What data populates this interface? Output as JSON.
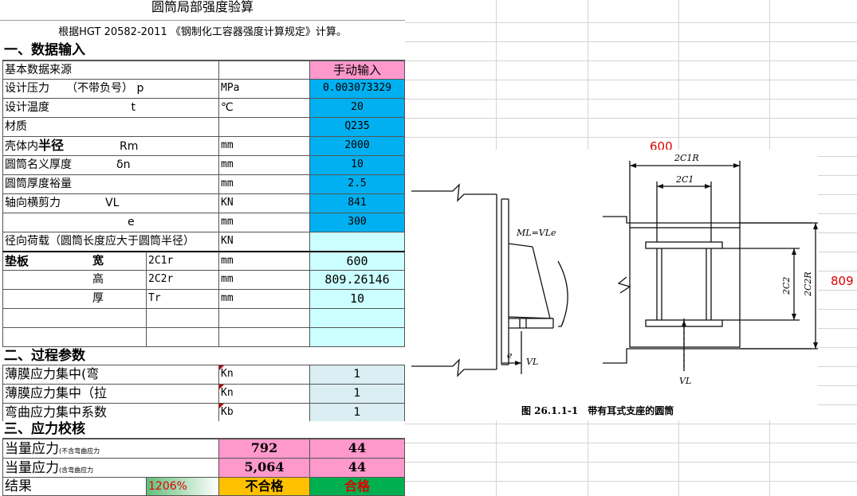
{
  "sheet": {
    "title": "圆筒局部强度验算",
    "standard": "根据HGT 20582-2011 《钢制化工容器强度计算规定》计算。"
  },
  "section1": {
    "heading": "一、数据输入",
    "source_label": "基本数据来源",
    "source_value": "手动输入",
    "rows": [
      {
        "name": "设计压力　　（不带负号） p",
        "unit": "MPa",
        "value": "0.003073329"
      },
      {
        "name": "设计温度　　　　　　　 t",
        "unit": "℃",
        "value": "20"
      },
      {
        "name": "材质",
        "unit": "",
        "value": "Q235"
      },
      {
        "name_pre": "壳体内",
        "name_bold": "半径",
        "name_post": "　　　　　Rm",
        "unit": "mm",
        "value": "2000"
      },
      {
        "name": "圆筒名义厚度　　　　δn",
        "unit": "mm",
        "value": "10"
      },
      {
        "name": "圆筒厚度裕量",
        "unit": "mm",
        "value": "2.5"
      },
      {
        "name": "轴向横剪力　　　　VL",
        "unit": "KN",
        "value": "841"
      },
      {
        "name": "　　　　　　　　　　　e",
        "unit": "mm",
        "value": "300"
      },
      {
        "name": "径向荷载（圆筒长度应大于圆筒半径）",
        "unit": "KN",
        "value": ""
      }
    ],
    "pad": {
      "label": "垫板",
      "rows": [
        {
          "dim": "宽",
          "sym": "2C1r",
          "unit": "mm",
          "value": "600"
        },
        {
          "dim": "高",
          "sym": "2C2r",
          "unit": "mm",
          "value": "809.26146"
        },
        {
          "dim": "厚",
          "sym": "Tr",
          "unit": "mm",
          "value": "10"
        }
      ]
    }
  },
  "section2": {
    "heading": "二、过程参数",
    "rows": [
      {
        "name": "薄膜应力集中(弯",
        "sym": "Kn",
        "value": "1"
      },
      {
        "name": "薄膜应力集中（拉",
        "sym": "Kn",
        "value": "1"
      },
      {
        "name": "弯曲应力集中系数",
        "sym": "Kb",
        "value": "1"
      }
    ]
  },
  "section3": {
    "heading": "三、应力校核",
    "rows": [
      {
        "name": "当量应力",
        "note": "(不含弯曲应力",
        "v1": "792",
        "v2": "44"
      },
      {
        "name": "当量应力",
        "note": "(含弯曲应力",
        "v1": "5,064",
        "v2": "44"
      }
    ],
    "result": {
      "label": "结果",
      "percent": "1206%",
      "fail": "不合格",
      "pass": "合格"
    }
  },
  "annotations": {
    "width_value": "600",
    "height_value": "809"
  },
  "figure": {
    "caption": "图 26.1.1-1　带有耳式支座的圆筒",
    "labels": {
      "ml": "ML=VLe",
      "e": "e",
      "vl_left": "VL",
      "vl_right": "VL",
      "c1r": "2C1R",
      "c1": "2C1",
      "c2": "2C2",
      "c2r": "2C2R"
    }
  },
  "colors": {
    "input_blue": "#00b0f0",
    "light_cyan": "#ccffff",
    "pink": "#ff99cc",
    "fail_orange": "#ffc000",
    "pass_green": "#00b050",
    "annotation_red": "#e00000"
  }
}
